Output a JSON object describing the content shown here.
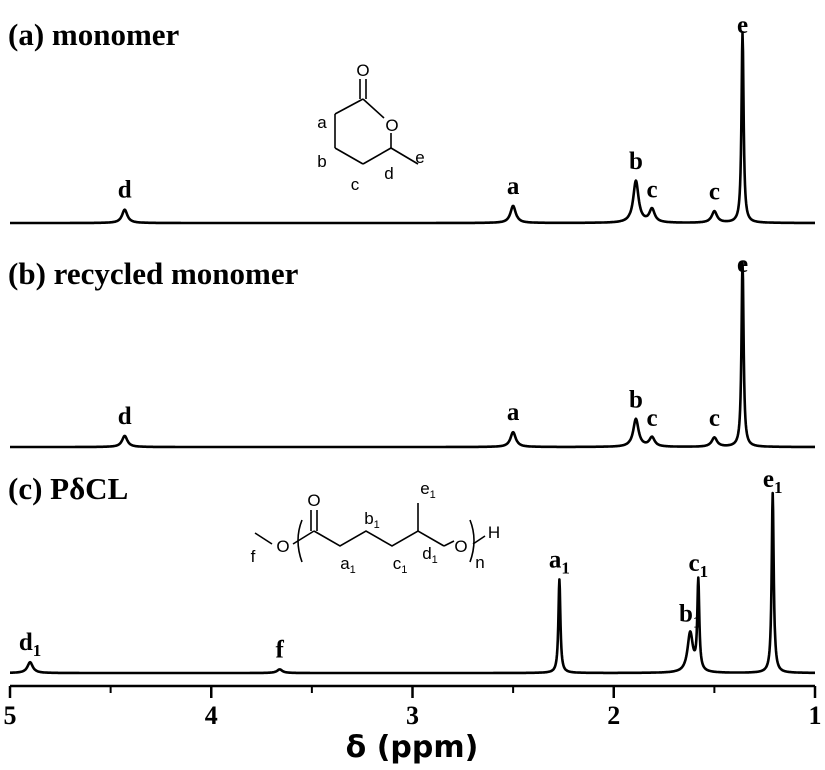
{
  "chart_data": {
    "type": "line",
    "title": "",
    "xlabel": "δ (ppm)",
    "ylabel": "",
    "xlim": [
      5,
      1
    ],
    "x_reversed": true,
    "x_ticks": [
      "5",
      "4",
      "3",
      "2",
      "1"
    ],
    "grid": false,
    "legend": "none",
    "series": [
      {
        "name": "(a) monomer",
        "peaks": [
          {
            "label": "d",
            "sub": "",
            "ppm": 4.43,
            "height": 0.07
          },
          {
            "label": "a",
            "sub": "",
            "ppm": 2.5,
            "height": 0.09
          },
          {
            "label": "b",
            "sub": "",
            "ppm": 1.89,
            "height": 0.22
          },
          {
            "label": "c",
            "sub": "",
            "ppm": 1.81,
            "height": 0.07
          },
          {
            "label": "c",
            "sub": "",
            "ppm": 1.5,
            "height": 0.06
          },
          {
            "label": "e",
            "sub": "",
            "ppm": 1.36,
            "height": 1.0
          }
        ]
      },
      {
        "name": "(b) recycled monomer",
        "peaks": [
          {
            "label": "d",
            "sub": "",
            "ppm": 4.43,
            "height": 0.06
          },
          {
            "label": "a",
            "sub": "",
            "ppm": 2.5,
            "height": 0.08
          },
          {
            "label": "b",
            "sub": "",
            "ppm": 1.89,
            "height": 0.15
          },
          {
            "label": "c",
            "sub": "",
            "ppm": 1.81,
            "height": 0.05
          },
          {
            "label": "c",
            "sub": "",
            "ppm": 1.5,
            "height": 0.05
          },
          {
            "label": "e",
            "sub": "",
            "ppm": 1.36,
            "height": 1.0
          }
        ]
      },
      {
        "name": "(c) PδCL",
        "peaks": [
          {
            "label": "d",
            "sub": "1",
            "ppm": 4.9,
            "height": 0.06
          },
          {
            "label": "f",
            "sub": "",
            "ppm": 3.66,
            "height": 0.02
          },
          {
            "label": "a",
            "sub": "1",
            "ppm": 2.27,
            "height": 0.52
          },
          {
            "label": "b",
            "sub": "1",
            "ppm": 1.62,
            "height": 0.22
          },
          {
            "label": "c",
            "sub": "1",
            "ppm": 1.58,
            "height": 0.5
          },
          {
            "label": "e",
            "sub": "1",
            "ppm": 1.21,
            "height": 1.0
          }
        ]
      }
    ]
  },
  "structures": {
    "monomer": {
      "atoms": [
        "O",
        "O"
      ],
      "labels": [
        "a",
        "b",
        "c",
        "d",
        "e"
      ]
    },
    "polymer": {
      "atoms": [
        "O",
        "O",
        "O",
        "H"
      ],
      "labels": [
        "f",
        "a",
        "b",
        "c",
        "d",
        "e"
      ],
      "subscripts": [
        "1",
        "1",
        "1",
        "1",
        "1"
      ],
      "repeat": "n"
    }
  }
}
